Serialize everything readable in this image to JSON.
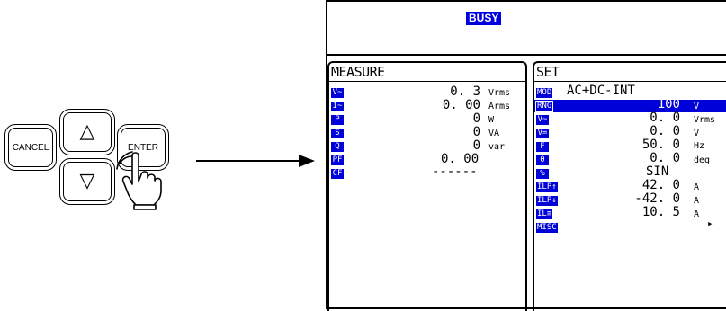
{
  "keypad": {
    "cancel_label": "CANCEL",
    "enter_label": "ENTER",
    "up_symbol": "△",
    "down_symbol": "▽"
  },
  "status": {
    "busy_label": "BUSY"
  },
  "measure": {
    "title": "MEASURE",
    "rows": [
      {
        "tag": "V~",
        "value": "0. 3",
        "unit": "Vrms"
      },
      {
        "tag": "I~",
        "value": "0. 00",
        "unit": "Arms"
      },
      {
        "tag": "P",
        "value": "0",
        "unit": "W"
      },
      {
        "tag": "S",
        "value": "0",
        "unit": "VA"
      },
      {
        "tag": "Q",
        "value": "0",
        "unit": "var"
      },
      {
        "tag": "PF",
        "value": "0. 00",
        "unit": ""
      },
      {
        "tag": "CF",
        "value": "------",
        "unit": ""
      }
    ]
  },
  "set": {
    "title": "SET",
    "rows": [
      {
        "tag": "MOD",
        "value": "AC+DC-INT",
        "unit": ""
      },
      {
        "tag": "RNG",
        "value": "100",
        "unit": "V"
      },
      {
        "tag": "V~",
        "value": "0. 0",
        "unit": "Vrms"
      },
      {
        "tag": "V=",
        "value": "0. 0",
        "unit": "V"
      },
      {
        "tag": "F",
        "value": "50. 0",
        "unit": "Hz"
      },
      {
        "tag": "θ",
        "value": "0. 0",
        "unit": "deg"
      },
      {
        "tag": "%",
        "value": "SIN",
        "unit": ""
      },
      {
        "tag": "ILP↑",
        "value": "42. 0",
        "unit": "A"
      },
      {
        "tag": "ILP↓",
        "value": "-42. 0",
        "unit": "A"
      },
      {
        "tag": "IL≡",
        "value": "10. 5",
        "unit": "A"
      },
      {
        "tag": "MISC",
        "value": "▸",
        "unit": ""
      }
    ]
  }
}
